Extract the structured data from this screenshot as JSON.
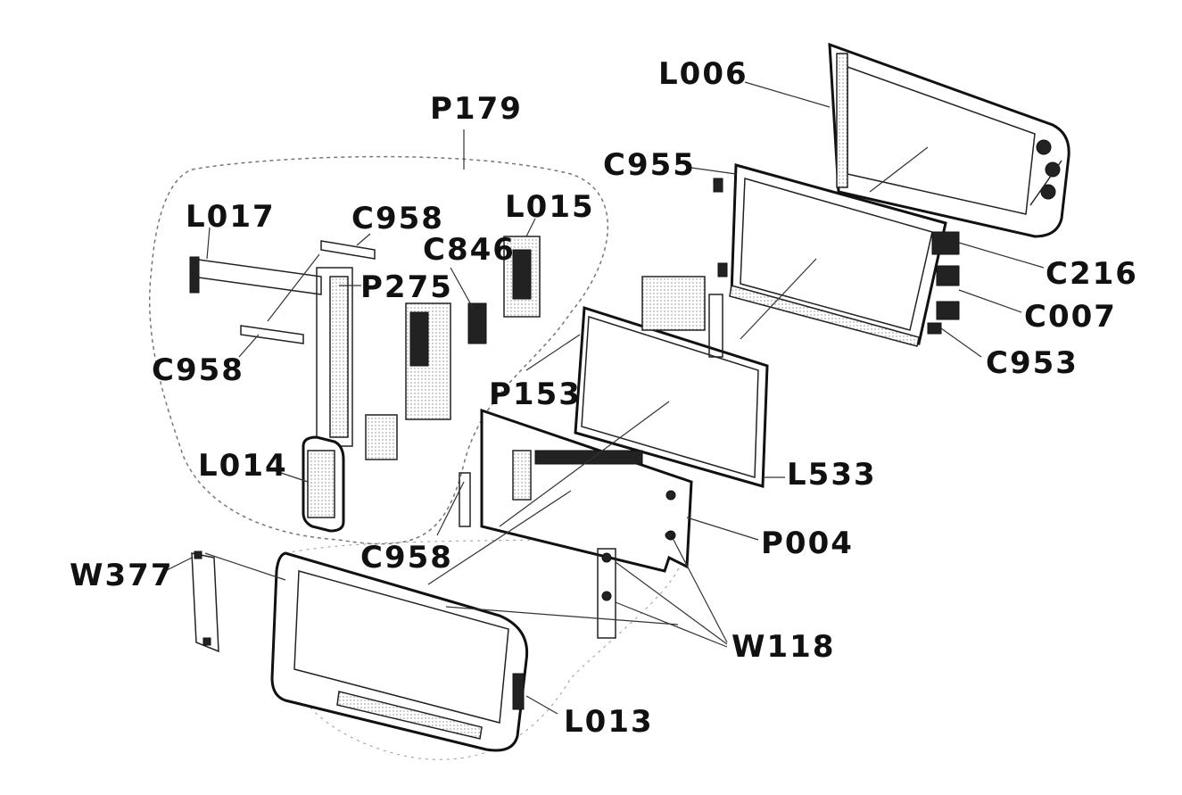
{
  "parts": {
    "l006": "L006",
    "p179": "P179",
    "c955": "C955",
    "l017": "L017",
    "c958_top": "C958",
    "l015": "L015",
    "c846": "C846",
    "p275": "P275",
    "c216": "C216",
    "c007": "C007",
    "c958_left": "C958",
    "c953": "C953",
    "p153": "P153",
    "l014": "L014",
    "l533": "L533",
    "p004": "P004",
    "c958_bottom": "C958",
    "w377": "W377",
    "w118": "W118",
    "l013": "L013"
  },
  "colors": {
    "ink": "#111111",
    "background": "#ffffff"
  }
}
